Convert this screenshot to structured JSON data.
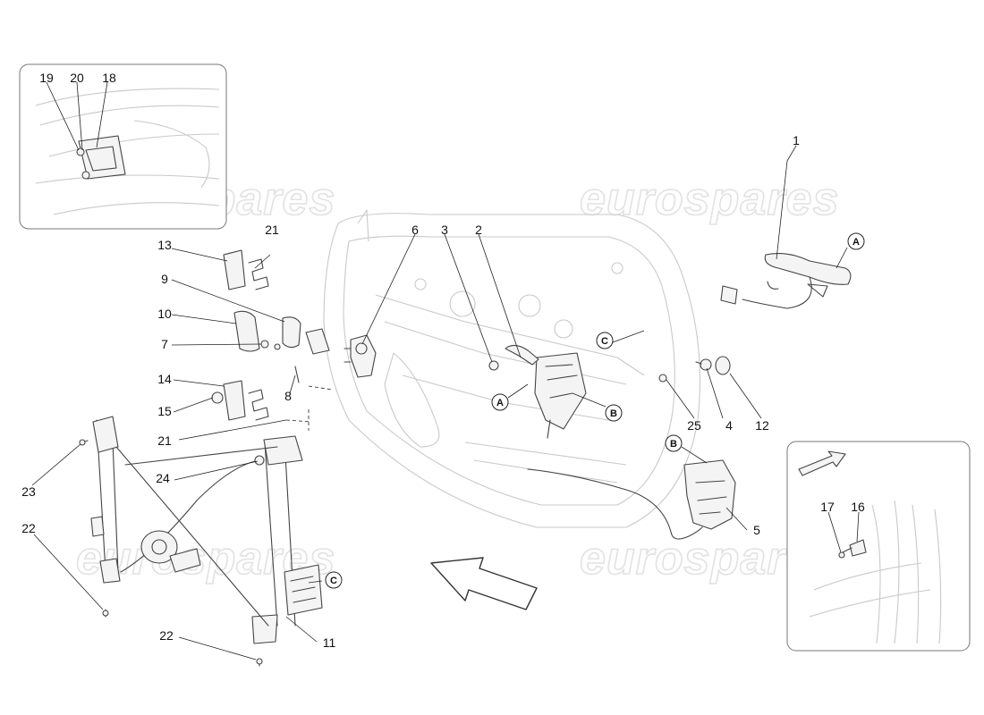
{
  "watermark": "eurospares",
  "callout_letters": [
    "A",
    "B",
    "C"
  ],
  "part_numbers": {
    "n1": "1",
    "n2": "2",
    "n3": "3",
    "n4": "4",
    "n5": "5",
    "n6": "6",
    "n7": "7",
    "n8": "8",
    "n9": "9",
    "n10": "10",
    "n11": "11",
    "n12": "12",
    "n13": "13",
    "n14": "14",
    "n15": "15",
    "n16": "16",
    "n17": "17",
    "n18": "18",
    "n19": "19",
    "n20": "20",
    "n21": "21",
    "n22": "22",
    "n23": "23",
    "n24": "24",
    "n25": "25"
  }
}
